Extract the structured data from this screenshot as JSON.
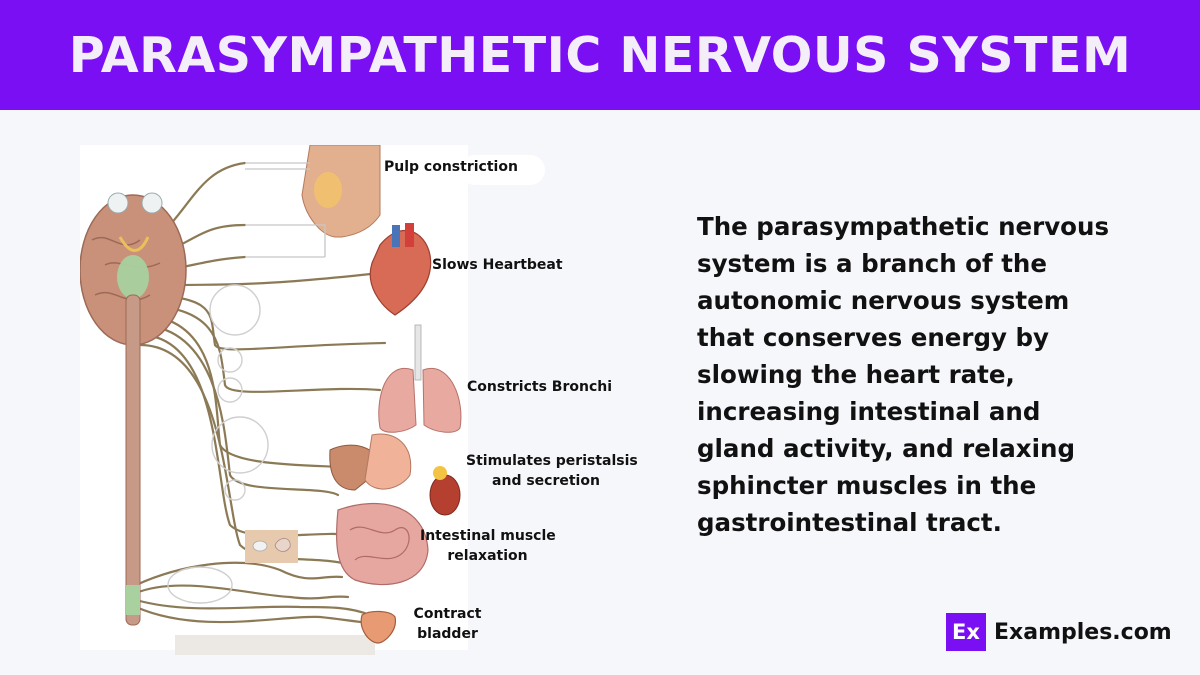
{
  "header": {
    "title": "PARASYMPATHETIC NERVOUS SYSTEM"
  },
  "diagram": {
    "labels": {
      "pupil": "Pulp constriction",
      "heart": "Slows Heartbeat",
      "bronchi": "Constricts Bronchi",
      "peristalsis_line1": "Stimulates peristalsis",
      "peristalsis_line2": "and secretion",
      "intestine_line1": "Intestinal  muscle",
      "intestine_line2": "relaxation",
      "bladder_line1": "Contract",
      "bladder_line2": "bladder"
    }
  },
  "description": "The parasympathetic nervous system is a branch of the autonomic nervous system that conserves energy by slowing the heart rate, increasing intestinal and gland activity, and relaxing sphincter muscles in the gastrointestinal tract.",
  "brand": {
    "badge": "Ex",
    "name": "Examples.com"
  },
  "colors": {
    "header": "#7a0ff4",
    "nerve": "#8b7a55",
    "brain": "#c9917a",
    "organ": "#d98a7e"
  }
}
